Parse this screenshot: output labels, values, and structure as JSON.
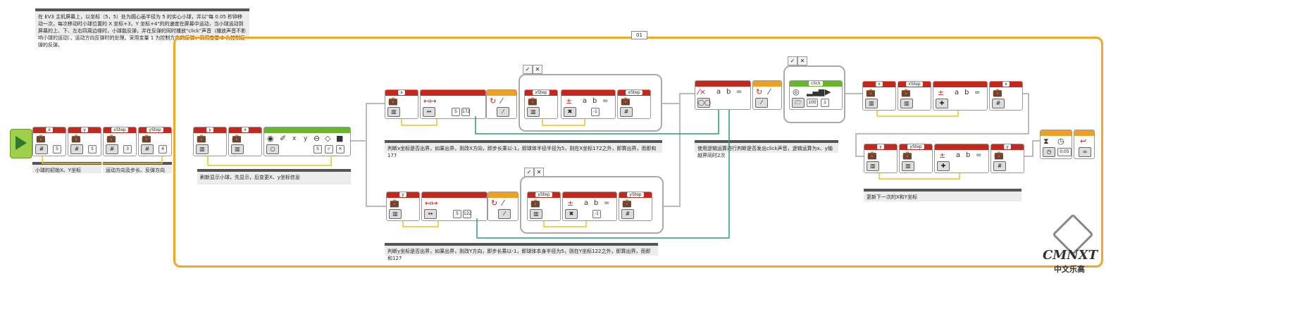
{
  "comments": {
    "top": "在 EV3 主机屏幕上，以坐标（5，5）处为圆心画半径为 5 的实心小球，并以\"每 0.05 秒钟移动一次，每次移动时小球位置的 X 坐标+3，Y 坐标+4\"的的速度在屏幕中运动，当小球运动到屏幕的上、下、左右四周边缘时，小球能反弹，并在反弹的同时播放\"click\"声音（播放声音不影响小球的运动）。运动方向反弹时的处理。采用变量 1 为控制方向的反弹，采用变量 2 为控制反弹的反弹。",
    "init": "小球的初始X、Y坐标",
    "dir": "运动方向及步长、反弹方向",
    "draw": "刷新显示小球，先显示，后变更X、y坐标信息",
    "xcheck": "判断x坐标是否出界，如果出界，则改X方向，即步长乘以-1，即球体半径半径为5，则在X坐标172之外，即算出界，而即和177",
    "sound": "使用逻辑运算进行判断是否发出click声音，逻辑运算为x、y轴越界同时2次",
    "ycheck": "判断y坐标是否出界，如果出界，则改Y方向，即步长乘以-1，即球体本身半径为5，则在Y坐标122之外，即算出界，而即和127",
    "update": "更新下一次的X和Y坐标"
  },
  "loop": {
    "label": "01"
  },
  "blocks": {
    "init_x": {
      "name": "x",
      "value": "5"
    },
    "init_y": {
      "name": "y",
      "value": "5"
    },
    "init_xstep": {
      "name": "xStep",
      "value": "3"
    },
    "init_ystep": {
      "name": "yStep",
      "value": "4"
    },
    "read_y": {
      "name": "y"
    },
    "read_x": {
      "name": "x"
    },
    "display": {
      "labels": [
        "x",
        "y",
        "5"
      ]
    },
    "xvar": {
      "name": "x"
    },
    "xrange": {
      "low": "5",
      "high": "172"
    },
    "xstep_read": {
      "name": "xStep"
    },
    "xstep_mul": {
      "b": "-1"
    },
    "xstep_write": {
      "name": "xStep"
    },
    "sound": {
      "name": "click",
      "volume": "100",
      "type": "1"
    },
    "upd_x_read": {
      "name": "x"
    },
    "upd_xstep_read": {
      "name": "xStep"
    },
    "upd_x_write": {
      "name": "x"
    },
    "yvar": {
      "name": "y"
    },
    "yrange": {
      "low": "5",
      "high": "122"
    },
    "ystep_read": {
      "name": "yStep"
    },
    "ystep_mul": {
      "b": "-1"
    },
    "ystep_write": {
      "name": "yStep"
    },
    "upd_y_read": {
      "name": "y"
    },
    "upd_ystep_read": {
      "name": "yStep"
    },
    "upd_y_write": {
      "name": "y"
    },
    "wait": {
      "value": "0.05"
    }
  },
  "logo": {
    "text": "CMNXT",
    "sub": "中文乐高"
  },
  "colors": {
    "header": "#c8261b",
    "loop": "#f5a623",
    "wire_yellow": "#f0c419",
    "wire_green": "#2f9a6a"
  }
}
